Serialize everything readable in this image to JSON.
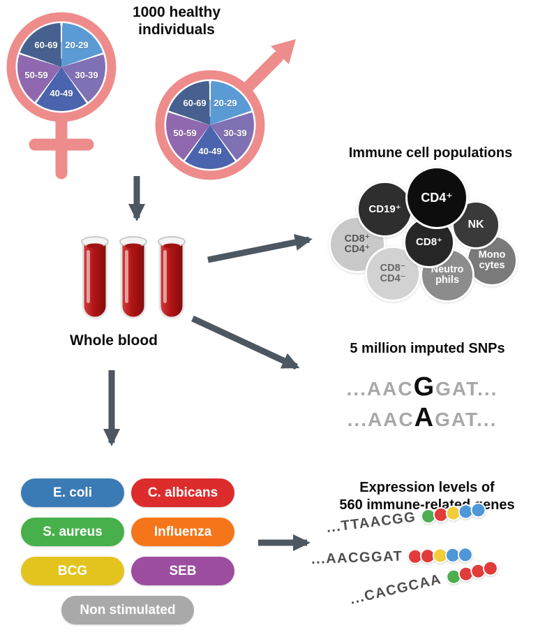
{
  "header": {
    "title_line1": "1000 healthy",
    "title_line2": "individuals"
  },
  "cohort": {
    "age_groups": [
      "20-29",
      "30-39",
      "40-49",
      "50-59",
      "60-69"
    ],
    "pie_colors": {
      "20-29": "#5b9bd5",
      "30-39": "#8070b4",
      "40-49": "#4a64ae",
      "50-59": "#9068b0",
      "60-69": "#46618f"
    },
    "symbol_color": "#ee8c8c"
  },
  "whole_blood_label": "Whole blood",
  "immune_cells": {
    "title": "Immune cell populations",
    "cells": [
      {
        "id": "cd19",
        "line1": "CD19⁺",
        "line2": "",
        "color": "#2e2e2e",
        "text": "#ffffff"
      },
      {
        "id": "cd4",
        "line1": "CD4⁺",
        "line2": "",
        "color": "#0d0d0d",
        "text": "#ffffff"
      },
      {
        "id": "nk",
        "line1": "NK",
        "line2": "",
        "color": "#3a3a3a",
        "text": "#ffffff"
      },
      {
        "id": "cd8",
        "line1": "CD8⁺",
        "line2": "",
        "color": "#262626",
        "text": "#ffffff"
      },
      {
        "id": "cd8p-cd4p",
        "line1": "CD8⁺",
        "line2": "CD4⁺",
        "color": "#c9c9c9",
        "text": "#555555"
      },
      {
        "id": "cd8n-cd4n",
        "line1": "CD8⁻",
        "line2": "CD4⁻",
        "color": "#d2d2d2",
        "text": "#666666"
      },
      {
        "id": "neutrophils",
        "line1": "Neutro",
        "line2": "phils",
        "color": "#8c8c8c",
        "text": "#ffffff"
      },
      {
        "id": "monocytes",
        "line1": "Mono",
        "line2": "cytes",
        "color": "#7a7a7a",
        "text": "#ffffff"
      }
    ]
  },
  "snps": {
    "title": "5 million imputed SNPs",
    "sequences": [
      {
        "prefix": "...AAC",
        "variant": "G",
        "suffix": "GAT..."
      },
      {
        "prefix": "...AAC",
        "variant": "A",
        "suffix": "GAT..."
      }
    ]
  },
  "stimulations": [
    {
      "label": "E. coli",
      "color": "#3a7ab5"
    },
    {
      "label": "C. albicans",
      "color": "#dd2c2c"
    },
    {
      "label": "S. aureus",
      "color": "#47b04b"
    },
    {
      "label": "Influenza",
      "color": "#f5761a"
    },
    {
      "label": "BCG",
      "color": "#e3c41f"
    },
    {
      "label": "SEB",
      "color": "#9c4d9f"
    },
    {
      "label": "Non stimulated",
      "color": "#a9a9a9"
    }
  ],
  "expression": {
    "title_line1": "Expression levels of",
    "title_line2": "560 immune-related genes",
    "palette": {
      "green": "#4fae4f",
      "red": "#e23b3b",
      "yellow": "#f0cd39",
      "blue": "#4f97d8"
    },
    "rows": [
      {
        "sequence": "...TTAACGG",
        "dots": [
          "green",
          "red",
          "yellow",
          "blue",
          "blue"
        ]
      },
      {
        "sequence": "...AACGGAT",
        "dots": [
          "red",
          "red",
          "yellow",
          "blue",
          "blue"
        ]
      },
      {
        "sequence": "...CACGCAA",
        "dots": [
          "green",
          "red",
          "red",
          "red"
        ]
      }
    ]
  },
  "arrow_color": "#4d5761"
}
